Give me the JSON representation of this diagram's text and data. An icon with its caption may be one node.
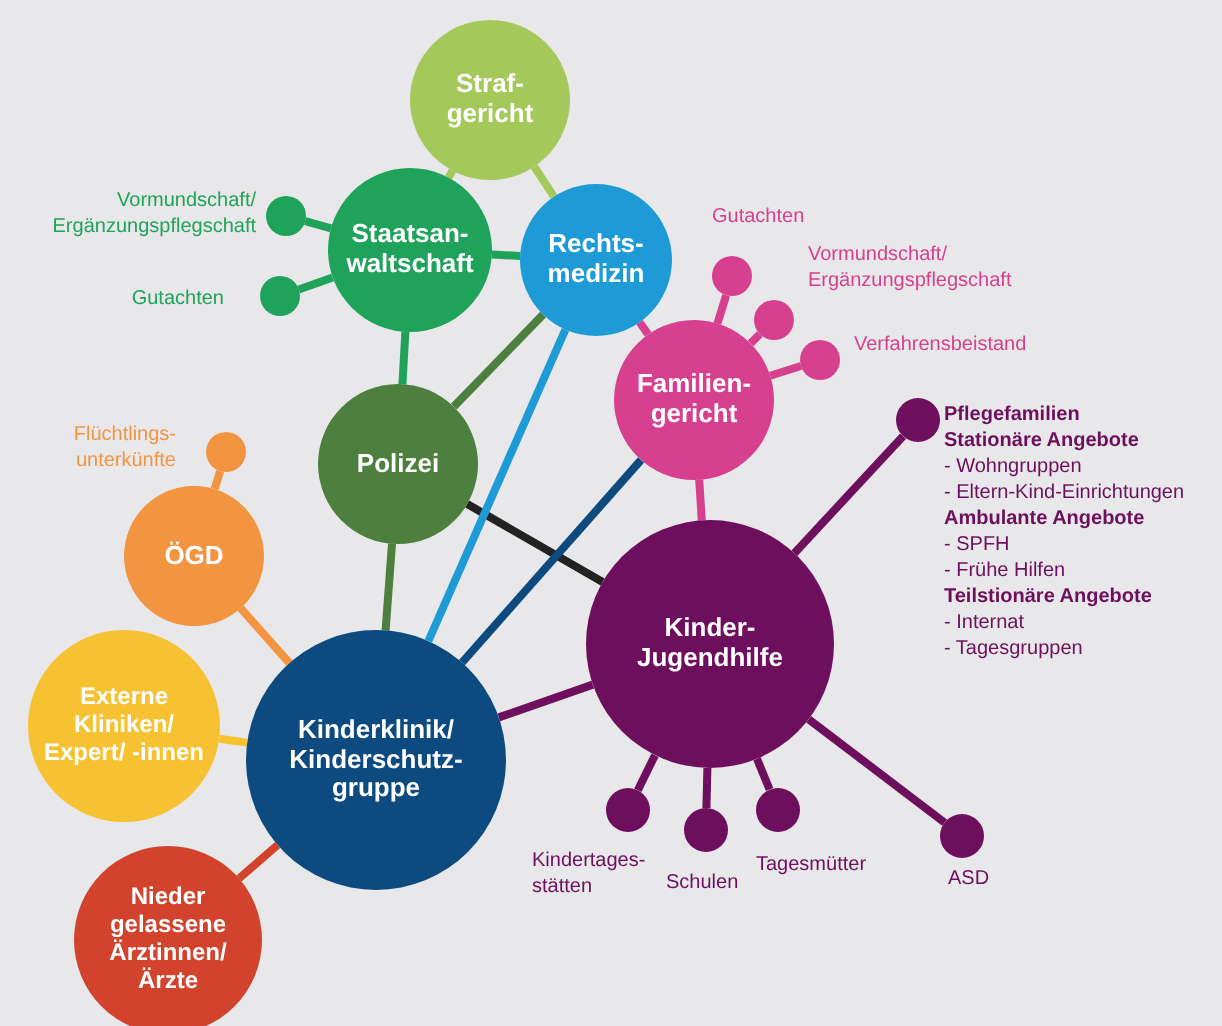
{
  "diagram": {
    "nodes": [
      {
        "text": [
          "Straf- gericht"
        ]
      },
      {
        "text": [
          "Staatsan- waltschaft"
        ]
      },
      {
        "text": [
          "Rechts- medizin"
        ]
      },
      {
        "text": [],
        "shape": "circle",
        "beside": [
          "Vormundschaft/ Ergänzungspflegschaft"
        ]
      },
      {
        "text": [],
        "shape": "circle",
        "beside": [
          "Gutachten"
        ]
      },
      {
        "text": [],
        "shape": "circle",
        "beside": [
          "Gutachten"
        ]
      },
      {
        "text": [],
        "shape": "circle",
        "beside": [
          "Vormundschaft/ Ergänzungspflegschaft"
        ]
      },
      {
        "text": [],
        "shape": "circle",
        "beside": [
          "Verfahrensbeistand"
        ]
      },
      {
        "text": [
          "Familien- gericht"
        ]
      },
      {
        "text": [
          "Polizei"
        ]
      },
      {
        "text": [],
        "shape": "circle",
        "beside": [
          "Flüchtlings- unterkünfte"
        ]
      },
      {
        "text": [
          "ÖGD"
        ]
      },
      {
        "text": [],
        "shape": "circle",
        "beside": [
          "Pflegefamilien",
          "Stationäre Angebote",
          "- Wohngruppen",
          "- Eltern-Kind-Einrichtungen",
          "Ambulante Angebote",
          "- SPFH",
          "- Frühe Hilfen",
          "Teilstionäre Angebote",
          "- Internat",
          "- Tagesgruppen"
        ]
      },
      {
        "text": [
          "Kinder- Jugendhilfe"
        ]
      },
      {
        "text": [
          "Externe Kliniken/ Expert/ -innen"
        ]
      },
      {
        "text": [
          "Kinderklinik/ Kinderschutz- gruppe"
        ]
      },
      {
        "text": [
          "Nieder gelassene Ärztinnen/ Ärzte"
        ]
      },
      {
        "text": [],
        "shape": "circle",
        "beside": [
          "Kindertages- stätten"
        ]
      },
      {
        "text": [],
        "shape": "circle",
        "beside": [
          "Schulen"
        ]
      },
      {
        "text": [],
        "shape": "circle",
        "beside": [
          "Tagesmütter"
        ]
      },
      {
        "text": [],
        "shape": "circle",
        "beside": [
          "ASD"
        ]
      }
    ],
    "edges": [
      {
        "from": 0,
        "to": 1,
        "arrow": "none",
        "color": "#a4c95a"
      },
      {
        "from": 0,
        "to": 2,
        "arrow": "none",
        "color": "#a4c95a"
      },
      {
        "from": 1,
        "to": 2,
        "arrow": "none",
        "color": "#1fa25a"
      },
      {
        "from": 3,
        "to": 1,
        "arrow": "none",
        "color": "#1fa25a"
      },
      {
        "from": 4,
        "to": 1,
        "arrow": "none",
        "color": "#1fa25a"
      },
      {
        "from": 5,
        "to": 8,
        "arrow": "none",
        "color": "#d6408f"
      },
      {
        "from": 6,
        "to": 8,
        "arrow": "none",
        "color": "#d6408f"
      },
      {
        "from": 7,
        "to": 8,
        "arrow": "none",
        "color": "#d6408f"
      },
      {
        "from": 2,
        "to": 8,
        "arrow": "none",
        "color": "#d6408f"
      },
      {
        "from": 1,
        "to": 9,
        "arrow": "none",
        "color": "#1fa25a"
      },
      {
        "from": 9,
        "to": 2,
        "arrow": "none",
        "color": "#4d7f3e"
      },
      {
        "from": 10,
        "to": 11,
        "arrow": "none",
        "color": "#f39441"
      },
      {
        "from": 8,
        "to": 13,
        "arrow": "none",
        "color": "#d6408f"
      },
      {
        "from": 12,
        "to": 13,
        "arrow": "none",
        "color": "#6d0f5c"
      },
      {
        "from": 9,
        "to": 13,
        "arrow": "none",
        "color": "#222222"
      },
      {
        "from": 11,
        "to": 15,
        "arrow": "none",
        "color": "#f39441"
      },
      {
        "from": 9,
        "to": 15,
        "arrow": "none",
        "color": "#4d7f3e"
      },
      {
        "from": 2,
        "to": 15,
        "arrow": "none",
        "color": "#1e9ad6"
      },
      {
        "from": 8,
        "to": 15,
        "arrow": "none",
        "color": "#0d4a80"
      },
      {
        "from": 13,
        "to": 15,
        "arrow": "none",
        "color": "#6d0f5c"
      },
      {
        "from": 14,
        "to": 15,
        "arrow": "none",
        "color": "#f6c232"
      },
      {
        "from": 16,
        "to": 15,
        "arrow": "none",
        "color": "#d1432d"
      },
      {
        "from": 13,
        "to": 17,
        "arrow": "none",
        "color": "#6d0f5c"
      },
      {
        "from": 13,
        "to": 18,
        "arrow": "none",
        "color": "#6d0f5c"
      },
      {
        "from": 13,
        "to": 19,
        "arrow": "none",
        "color": "#6d0f5c"
      },
      {
        "from": 13,
        "to": 20,
        "arrow": "none",
        "color": "#6d0f5c"
      }
    ]
  }
}
